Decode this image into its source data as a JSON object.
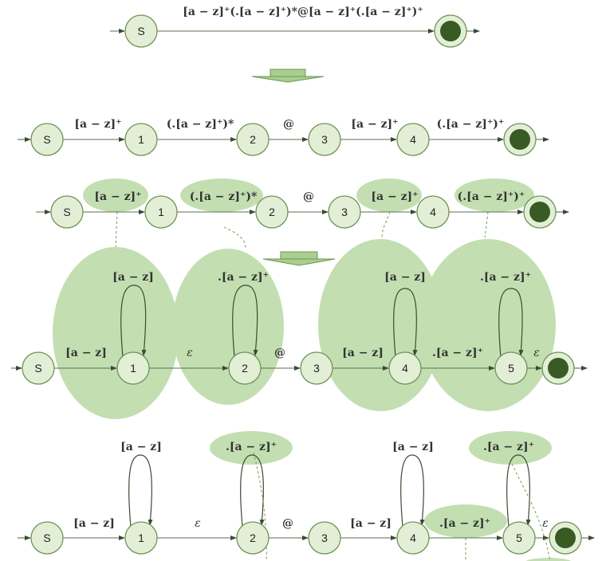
{
  "stage1": {
    "regex": "[a − z]⁺(.[a − z]⁺)*@[a − z]⁺(.[a − z]⁺)⁺",
    "start": "S"
  },
  "stage2": {
    "states": [
      "S",
      "1",
      "2",
      "3",
      "4"
    ],
    "edges": [
      "[a − z]⁺",
      "(.[a − z]⁺)*",
      "@",
      "[a − z]⁺",
      "(.[a − z]⁺)⁺"
    ]
  },
  "stage3": {
    "states": [
      "S",
      "1",
      "2",
      "3",
      "4"
    ],
    "edges": [
      "[a − z]⁺",
      "(.[a − z]⁺)*",
      "@",
      "[a − z]⁺",
      "(.[a − z]⁺)⁺"
    ]
  },
  "stage4": {
    "states": [
      "S",
      "1",
      "2",
      "3",
      "4",
      "5"
    ],
    "edges": [
      "[a − z]",
      "ε",
      "@",
      "[a − z]",
      ".[a − z]⁺",
      "ε"
    ],
    "loops": [
      "[a − z]",
      ".[a − z]⁺",
      "[a − z]",
      ".[a − z]⁺"
    ]
  },
  "stage5": {
    "states": [
      "S",
      "1",
      "2",
      "3",
      "4",
      "5"
    ],
    "edges": [
      "[a − z]",
      "ε",
      "@",
      "[a − z]",
      ".[a − z]⁺",
      "ε"
    ],
    "loops": [
      "[a − z]",
      ".[a − z]⁺",
      "[a − z]",
      ".[a − z]⁺"
    ]
  }
}
